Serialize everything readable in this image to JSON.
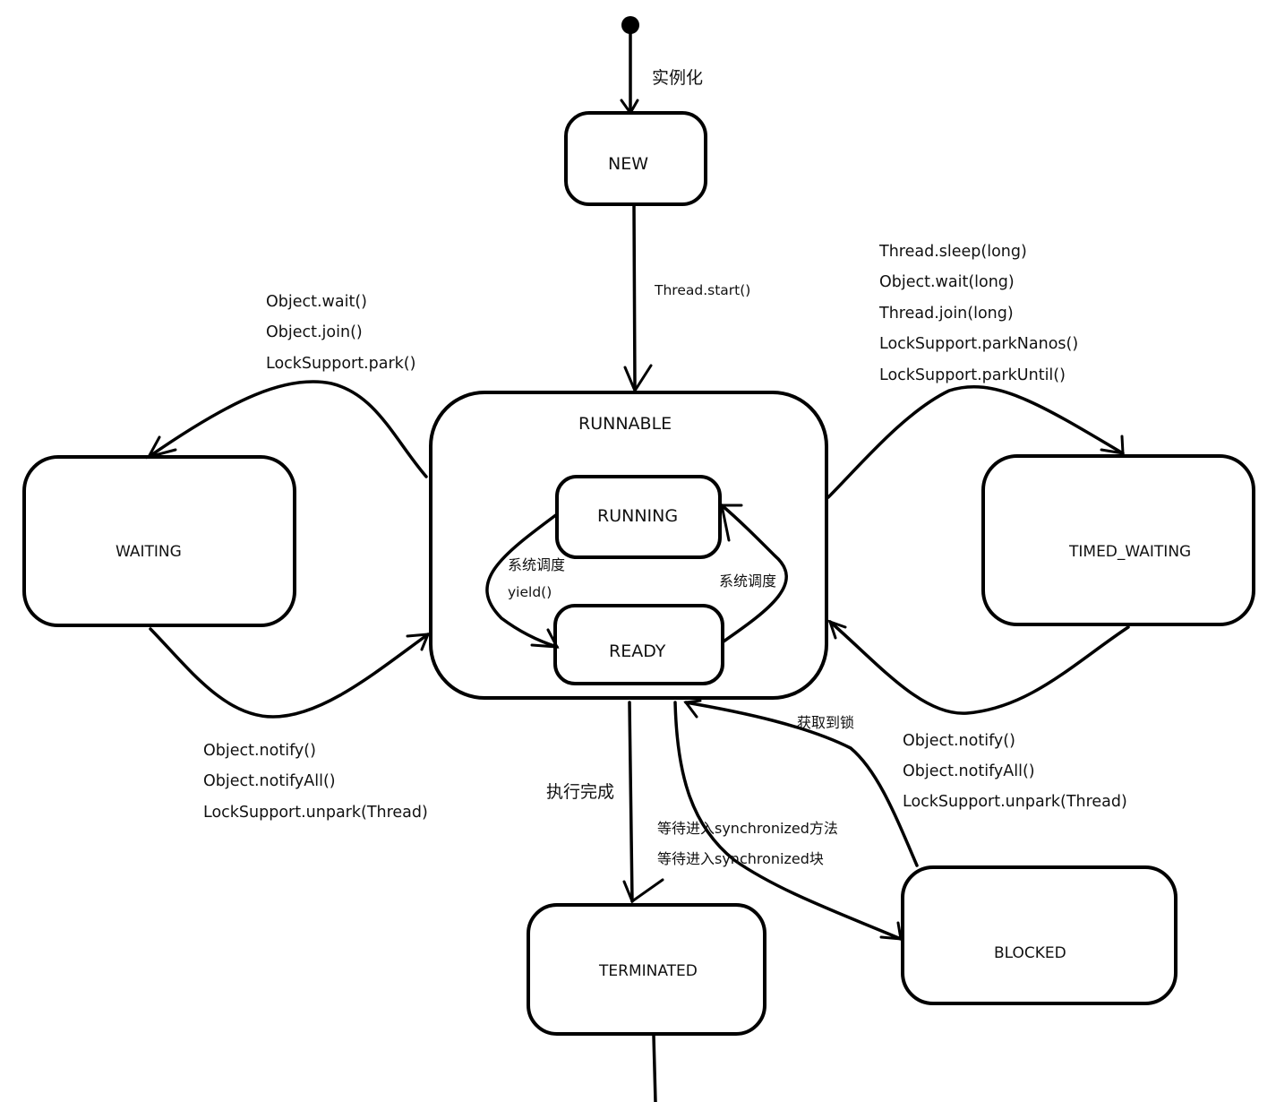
{
  "diagram": {
    "title": "Java Thread State Diagram",
    "stroke_color": "#000000",
    "background_color": "#ffffff",
    "states": {
      "new": "NEW",
      "runnable": "RUNNABLE",
      "running": "RUNNING",
      "ready": "READY",
      "waiting": "WAITING",
      "timed_waiting": "TIMED_WAITING",
      "blocked": "BLOCKED",
      "terminated": "TERMINATED"
    },
    "transitions": {
      "instantiate": "实例化",
      "start": "Thread.start()",
      "to_waiting": [
        "Object.wait()",
        "Object.join()",
        "LockSupport.park()"
      ],
      "from_waiting": [
        "Object.notify()",
        "Object.notifyAll()",
        "LockSupport.unpark(Thread)"
      ],
      "to_timed_waiting": [
        "Thread.sleep(long)",
        "Object.wait(long)",
        "Thread.join(long)",
        "LockSupport.parkNanos()",
        "LockSupport.parkUntil()"
      ],
      "from_timed_waiting": [
        "Object.notify()",
        "Object.notifyAll()",
        "LockSupport.unpark(Thread)"
      ],
      "running_to_ready": [
        "系统调度",
        "yield()"
      ],
      "ready_to_running": "系统调度",
      "finished": "执行完成",
      "to_blocked": [
        "等待进入synchronized方法",
        "等待进入synchronized块"
      ],
      "acquired_lock": "获取到锁"
    }
  }
}
